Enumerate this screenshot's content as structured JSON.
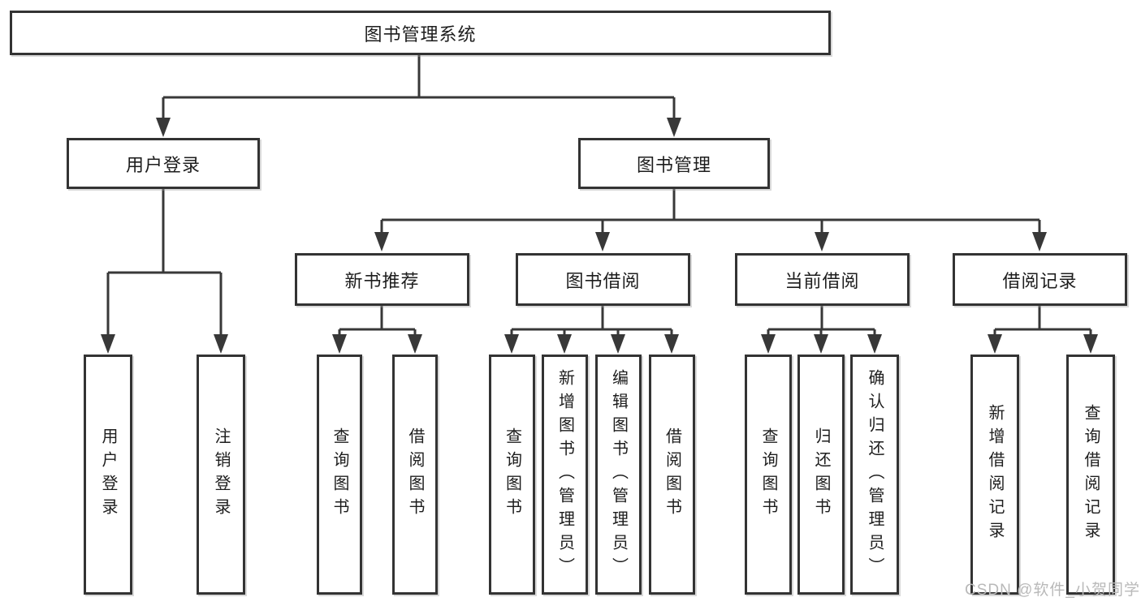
{
  "root": {
    "label": "图书管理系统"
  },
  "login": {
    "label": "用户登录",
    "children": [
      "用户登录",
      "注销登录"
    ]
  },
  "management": {
    "label": "图书管理"
  },
  "modules": [
    {
      "label": "新书推荐",
      "children": [
        "查询图书",
        "借阅图书"
      ]
    },
    {
      "label": "图书借阅",
      "children": [
        "查询图书",
        "新增图书（管理员）",
        "编辑图书（管理员）",
        "借阅图书"
      ]
    },
    {
      "label": "当前借阅",
      "children": [
        "查询图书",
        "归还图书",
        "确认归还（管理员）"
      ]
    },
    {
      "label": "借阅记录",
      "children": [
        "新增借阅记录",
        "查询借阅记录"
      ]
    }
  ],
  "watermark": "CSDN @软件_小贺同学",
  "colors": {
    "line": "#383838",
    "box_border": "#333333",
    "text": "#1d1d1d",
    "watermark": "#b9b9b9",
    "background": "#ffffff"
  }
}
